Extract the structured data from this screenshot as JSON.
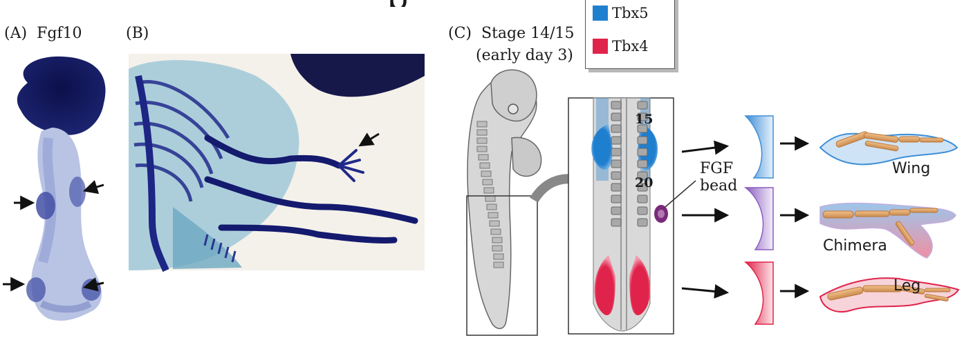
{
  "colors": {
    "tbx5": "#1f7fcf",
    "tbx4": "#e0234a",
    "stain": "#1c1f6e",
    "bead": "#7a2a7a"
  },
  "heading_fragment": "p",
  "panelA": {
    "label": "(A)",
    "gene": "Fgf10"
  },
  "panelB": {
    "label": "(B)"
  },
  "panelC": {
    "label": "(C)",
    "stage": "Stage 14/15",
    "day": "(early day 3)"
  },
  "legend": [
    {
      "name": "Tbx5",
      "color": "#1f7fcf"
    },
    {
      "name": "Tbx4",
      "color": "#e0234a"
    }
  ],
  "somites": {
    "top": "15",
    "mid": "20"
  },
  "bead": {
    "line1": "FGF",
    "line2": "bead"
  },
  "outcomes": [
    "Wing",
    "Chimera",
    "Leg"
  ]
}
